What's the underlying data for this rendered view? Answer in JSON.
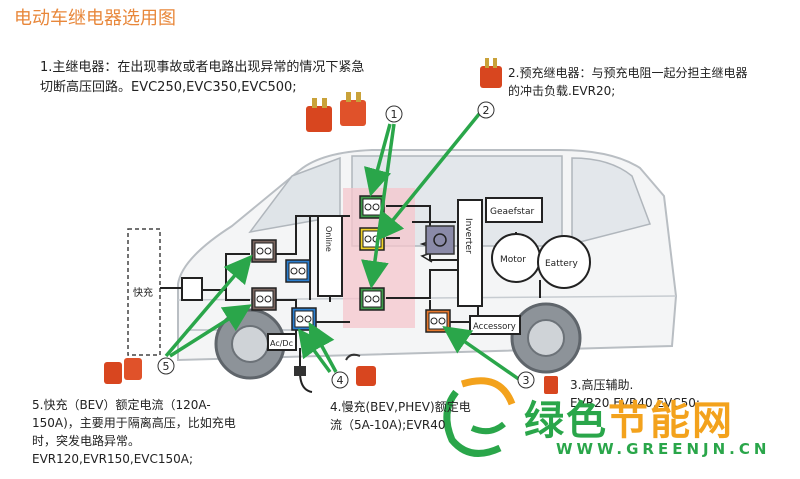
{
  "title": "电动车继电器选用图",
  "notes": {
    "n1": {
      "line1": "1.主继电器：在出现事故或者电路出现异常的情况下紧急",
      "line2": "切断高压回路。EVC250,EVC350,EVC500;"
    },
    "n2": {
      "line1": "2.预充继电器：与预充电阻一起分担主继电器",
      "line2": "的冲击负载.EVR20;"
    },
    "n3": {
      "line1": "3.高压辅助.",
      "line2": "EVR20,EVR40,EVC50;"
    },
    "n4": {
      "line1": "4.慢充(BEV,PHEV)额定电",
      "line2": "流（5A-10A);EVR40"
    },
    "n5": {
      "line1": "5.快充（BEV）额定电流（120A-",
      "line2": "150A)，主要用于隔离高压，比如充电",
      "line3": "时，突发电路异常。",
      "line4": "EVR120,EVR150,EVC150A;"
    }
  },
  "callouts": {
    "c1": "①",
    "c2": "②",
    "c3": "③",
    "c4": "④",
    "c5": "⑤"
  },
  "labels": {
    "fast_charge": "快充",
    "geaefstar": "Geaefstar",
    "inverter": "Inverter",
    "motor": "Motor",
    "eattery": "Eattery",
    "accessory": "Accessory",
    "acdc": "Ac/Dc",
    "online": "Online"
  },
  "watermark": {
    "cn_a": "绿色",
    "cn_b": "节能网",
    "en": "WWW.GREENJN.CN"
  },
  "colors": {
    "accent": "#e8873a",
    "arrow": "#2aa64a",
    "relay_green": "#3f9b4a",
    "relay_yellow": "#f0d22a",
    "relay_blue": "#2b7fd0",
    "relay_brown": "#7a6660",
    "relay_orange": "#e6782d",
    "relay_purple": "#8a8aa8",
    "zone": "#f6c6cc"
  }
}
